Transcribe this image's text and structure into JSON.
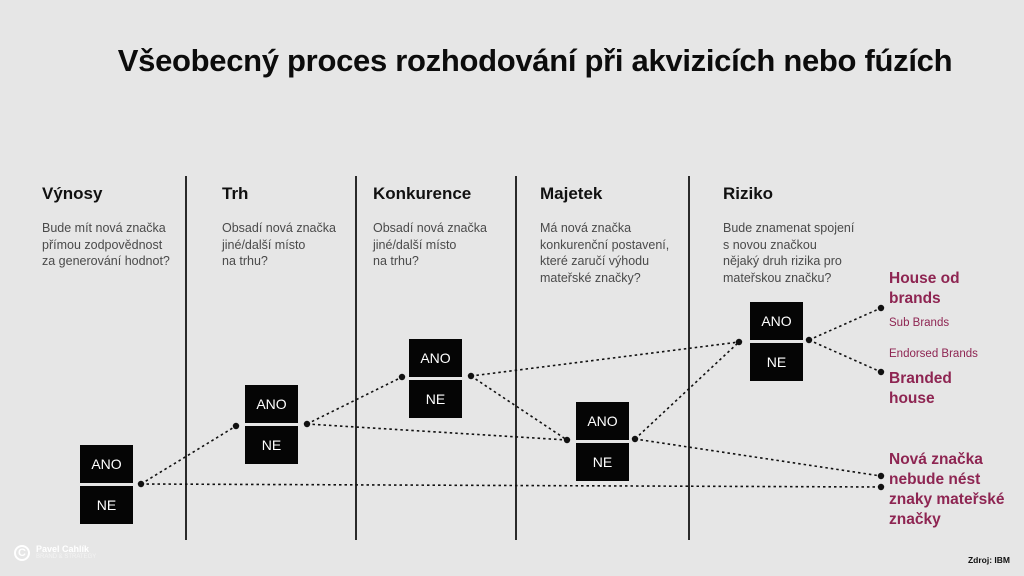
{
  "title": "Všeobecný proces rozhodování při akvizicích nebo fúzích",
  "columns": [
    {
      "heading": "Výnosy",
      "question": "Bude mít nová značka\npřímou zodpovědnost\nza generování hodnot?"
    },
    {
      "heading": "Trh",
      "question": "Obsadí nová značka\njiné/další místo\nna trhu?"
    },
    {
      "heading": "Konkurence",
      "question": "Obsadí nová značka\njiné/další místo\nna trhu?"
    },
    {
      "heading": "Majetek",
      "question": "Má nová značka\nkonkurenční postavení,\nkteré zaručí výhodu\nmateřské značky?"
    },
    {
      "heading": "Riziko",
      "question": "Bude znamenat spojení\ns novou značkou\nnějaký druh rizika pro\nmateřskou značku?"
    }
  ],
  "decision": {
    "yes": "ANO",
    "no": "NE"
  },
  "outcomes": {
    "house_of_brands": "House od\nbrands",
    "sub_brands": "Sub Brands",
    "endorsed_brands": "Endorsed Brands",
    "branded_house": "Branded\nhouse",
    "new_brand": "Nová značka\nnebude nést\nznaky mateřské\nznačky"
  },
  "footer": {
    "logo_name": "Pavel Cahlík",
    "logo_tagline": "BRAND & STRATEGY",
    "source": "Zdroj: IBM"
  },
  "colors": {
    "accent": "#8e2552",
    "box": "#050505",
    "background": "#e6e6e6"
  }
}
